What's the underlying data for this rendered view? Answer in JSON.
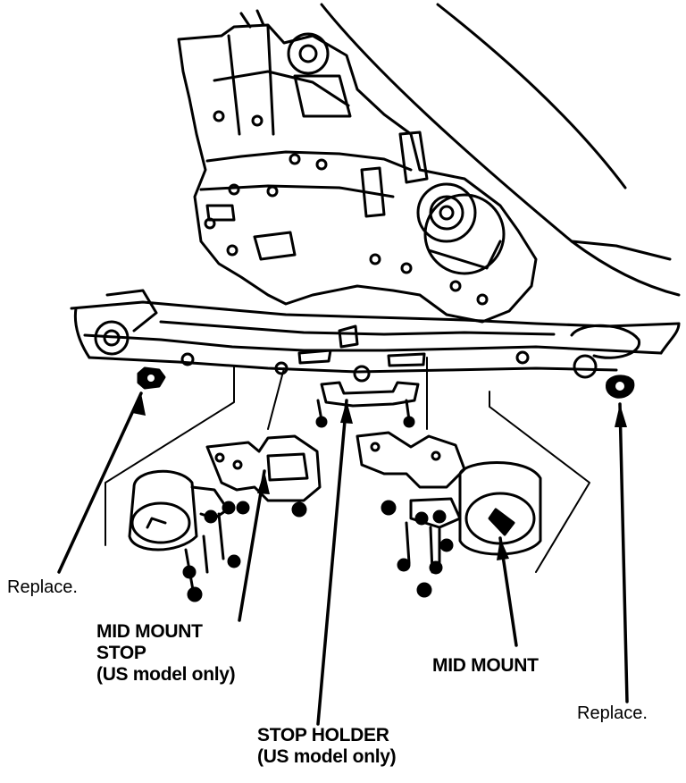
{
  "labels": {
    "replace_left": "Replace.",
    "replace_right": "Replace.",
    "mid_mount_stop": {
      "line1": "MID MOUNT",
      "line2": "STOP",
      "line3": "(US model only)"
    },
    "mid_mount": "MID MOUNT",
    "stop_holder": {
      "line1": "STOP HOLDER",
      "line2": "(US model only)"
    }
  },
  "colors": {
    "ink": "#000000",
    "paper": "#ffffff"
  }
}
